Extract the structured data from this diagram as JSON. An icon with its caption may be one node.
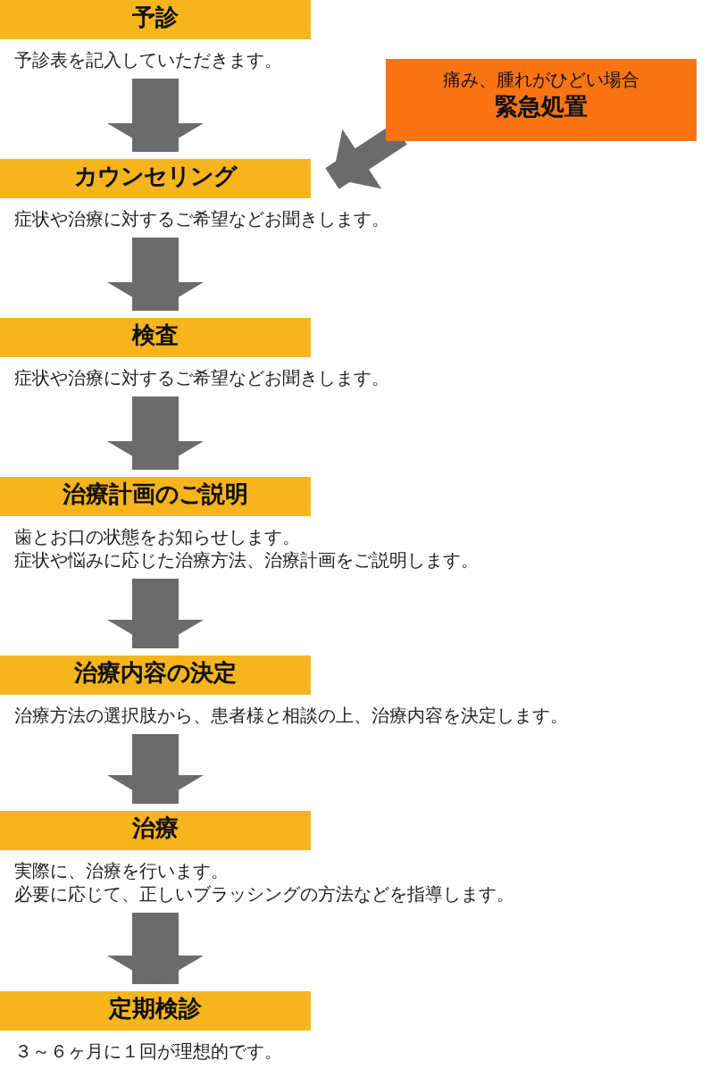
{
  "diagram": {
    "nodes": [
      {
        "text": [
          "予診"
        ],
        "beside": [
          "予診表を記入していただきます。"
        ]
      },
      {
        "text": [
          "痛み、腫れがひどい場合",
          "緊急処置"
        ]
      },
      {
        "text": [
          "カウンセリング"
        ],
        "beside": [
          "症状や治療に対するご希望などお聞きします。"
        ]
      },
      {
        "text": [
          "検査"
        ],
        "beside": [
          "症状や治療に対するご希望などお聞きします。"
        ]
      },
      {
        "text": [
          "治療計画のご説明"
        ],
        "beside": [
          "歯とお口の状態をお知らせします。",
          "症状や悩みに応じた治療方法、治療計画をご説明します。"
        ]
      },
      {
        "text": [
          "治療内容の決定"
        ],
        "beside": [
          "治療方法の選択肢から、患者様と相談の上、治療内容を決定します。"
        ]
      },
      {
        "text": [
          "治療"
        ],
        "beside": [
          "実際に、治療を行います。",
          "必要に応じて、正しいブラッシングの方法などを指導します。"
        ]
      },
      {
        "text": [
          "定期検診"
        ],
        "beside": [
          "３～６ヶ月に１回が理想的です。"
        ]
      }
    ],
    "edges": [
      {
        "from": 0,
        "to": 2,
        "arrow": "to"
      },
      {
        "from": 1,
        "to": 2,
        "arrow": "to"
      },
      {
        "from": 2,
        "to": 3,
        "arrow": "to"
      },
      {
        "from": 3,
        "to": 4,
        "arrow": "to"
      },
      {
        "from": 4,
        "to": 5,
        "arrow": "to"
      },
      {
        "from": 5,
        "to": 6,
        "arrow": "to"
      },
      {
        "from": 6,
        "to": 7,
        "arrow": "to"
      }
    ]
  }
}
